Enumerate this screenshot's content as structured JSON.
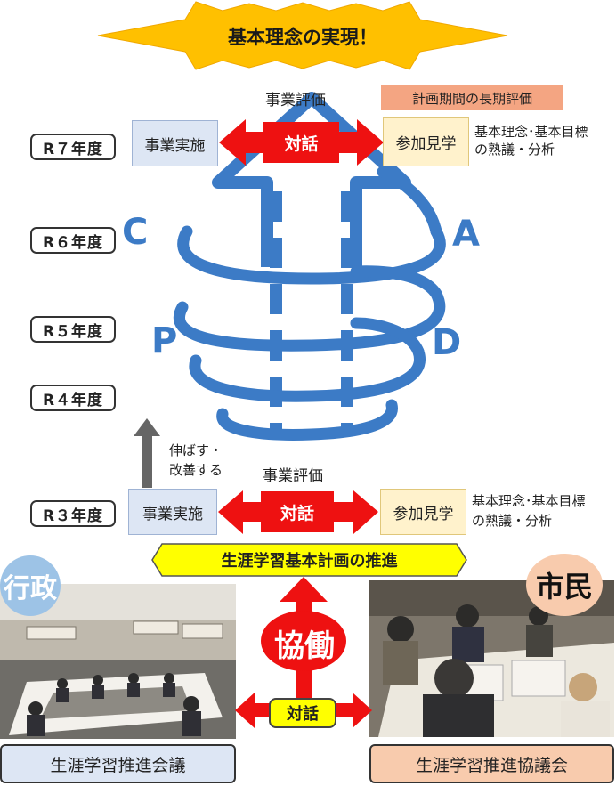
{
  "banner": {
    "title": "基本理念の実現！"
  },
  "years": [
    "R７年度",
    "R６年度",
    "R５年度",
    "R４年度",
    "R３年度"
  ],
  "cycle_letters": {
    "c": "C",
    "a": "A",
    "p": "P",
    "d": "D"
  },
  "top_row": {
    "eval_label": "事業評価",
    "long_term_label": "計画期間の長期評価",
    "left_box": "事業実施",
    "dialogue": "対話",
    "right_box": "参加見学",
    "note_line1": "基本理念･基本目標",
    "note_line2": "の熟議・分析"
  },
  "bottom_row": {
    "eval_label": "事業評価",
    "left_box": "事業実施",
    "dialogue": "対話",
    "right_box": "参加見学",
    "note_line1": "基本理念･基本目標",
    "note_line2": "の熟議・分析"
  },
  "improve": {
    "line1": "伸ばす・",
    "line2": "改善する"
  },
  "promotion_banner": "生涯学習基本計画の推進",
  "labels": {
    "gyosei": "行政",
    "shimin": "市民",
    "kyodo": "協働",
    "dialogue": "対話"
  },
  "bottom_boxes": {
    "left": "生涯学習推進会議",
    "right": "生涯学習推進協議会"
  },
  "colors": {
    "blue": "#3c7bc6",
    "red": "#ee1111",
    "yellow": "#ffff00",
    "banner": "#ffc000",
    "light_blue": "#dde6f4",
    "light_yellow": "#fff2cc",
    "salmon": "#f4a582",
    "peach": "#f8cbad"
  }
}
